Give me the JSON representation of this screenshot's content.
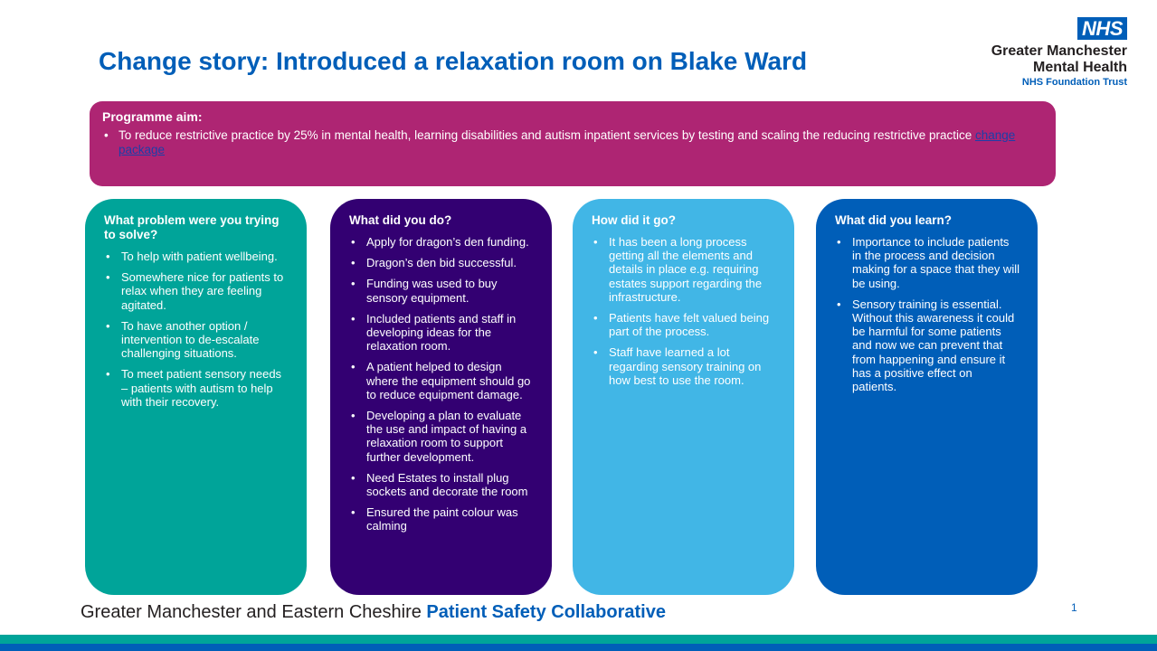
{
  "title": "Change story: Introduced a relaxation room on Blake Ward",
  "logo": {
    "badge": "NHS",
    "line1": "Greater Manchester",
    "line2": "Mental Health",
    "line3": "NHS Foundation Trust"
  },
  "aim": {
    "heading": "Programme aim:",
    "text": "To reduce restrictive practice by 25% in mental health, learning disabilities and autism inpatient services by testing and scaling the reducing restrictive practice ",
    "link": "change package"
  },
  "cards": [
    {
      "heading": "What problem were you trying to solve?",
      "items": [
        "To help with patient wellbeing.",
        "Somewhere nice for patients to relax when they are feeling agitated.",
        "To have another option / intervention to de-escalate challenging situations.",
        "To meet patient sensory needs – patients with autism to help with their recovery."
      ]
    },
    {
      "heading": "What did you do?",
      "items": [
        "Apply for dragon’s den funding.",
        "Dragon’s den bid successful.",
        "Funding was used to buy sensory equipment.",
        "Included patients and staff in developing ideas for the relaxation room.",
        "A patient helped to design where the equipment should go to reduce equipment damage.",
        "Developing a plan to evaluate the use and impact of having a relaxation room to support further development.",
        "Need Estates to install plug sockets and decorate the room",
        "Ensured the paint colour was calming"
      ]
    },
    {
      "heading": "How did it go?",
      "items": [
        "It has been a long process getting all the elements and details in place e.g. requiring estates support regarding the infrastructure.",
        "Patients have felt valued being part of the process.",
        "Staff have learned a lot regarding sensory training on how best to use the room."
      ]
    },
    {
      "heading": "What did you learn?",
      "items": [
        "Importance to include patients in the process and decision making for a space that they will be using.",
        "Sensory training is essential. Without this awareness it could be harmful for some patients and now we can prevent that from happening and ensure it has a positive effect on patients."
      ]
    }
  ],
  "footer": {
    "text": "Greater Manchester and Eastern Cheshire ",
    "highlight": "Patient Safety Collaborative"
  },
  "page_number": "1"
}
